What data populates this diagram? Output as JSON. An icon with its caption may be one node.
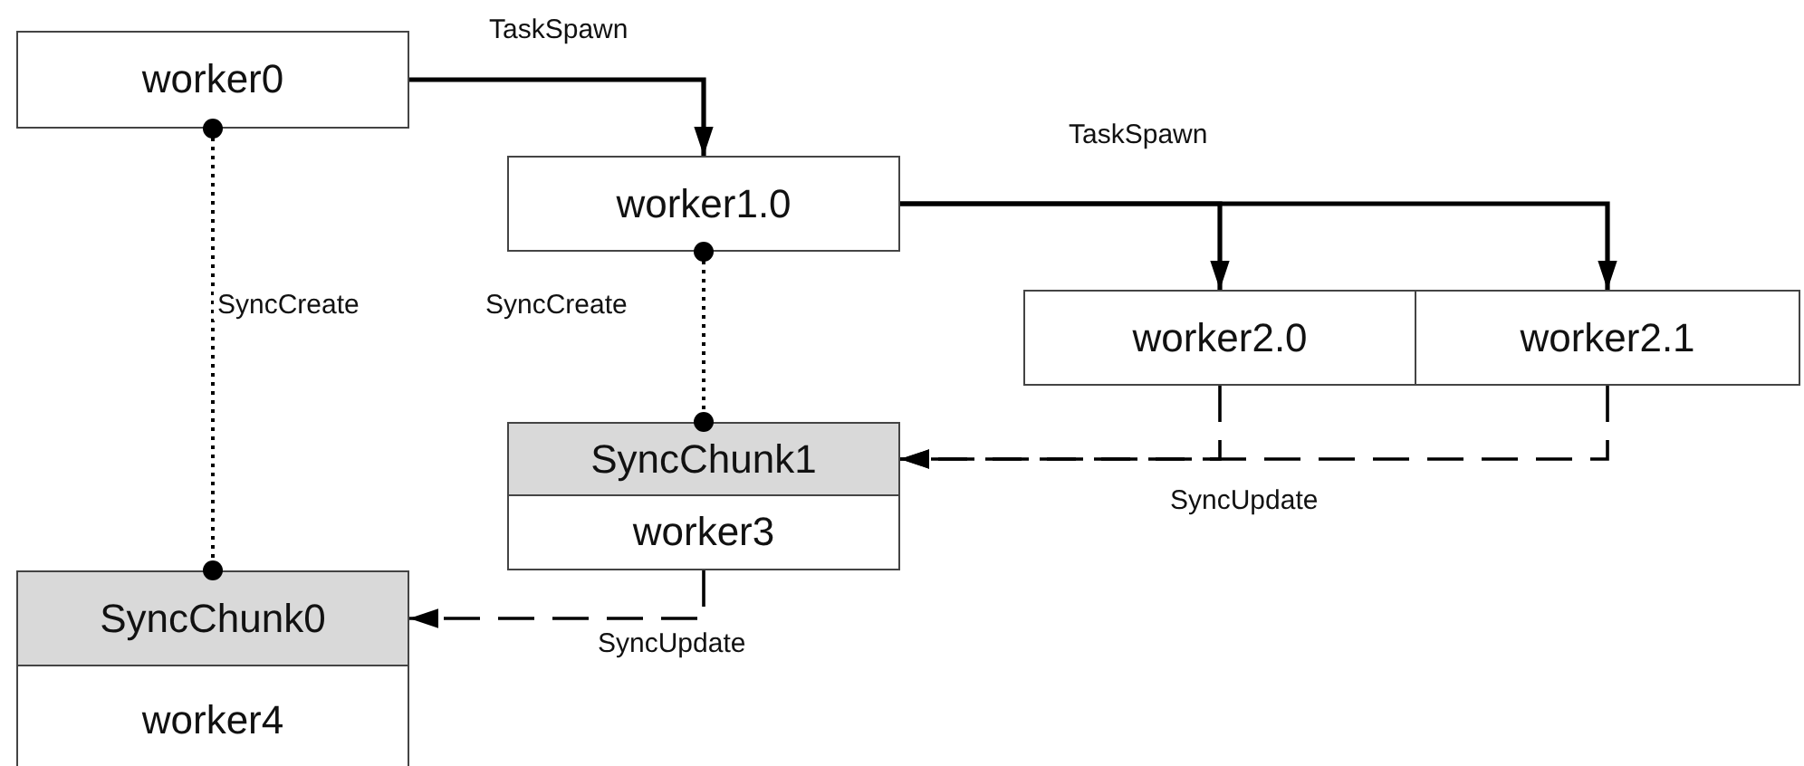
{
  "diagram": {
    "nodes": [
      {
        "text": [
          "worker0"
        ]
      },
      {
        "text": [
          "worker1.0"
        ]
      },
      {
        "text": [
          "worker2.0"
        ]
      },
      {
        "text": [
          "worker2.1"
        ]
      },
      {
        "text": [
          "SyncChunk1"
        ]
      },
      {
        "text": [
          "worker3"
        ]
      },
      {
        "text": [
          "SyncChunk0"
        ]
      },
      {
        "text": [
          "worker4"
        ]
      }
    ],
    "edges": [
      {
        "from": 0,
        "to": 1,
        "arrow": "to",
        "label": "TaskSpawn"
      },
      {
        "from": 1,
        "to": 2,
        "arrow": "to",
        "label": "TaskSpawn"
      },
      {
        "from": 1,
        "to": 3,
        "arrow": "to"
      },
      {
        "from": 0,
        "to": 6,
        "arrow": "other",
        "label": "SyncCreate",
        "style": "dashed"
      },
      {
        "from": 1,
        "to": 4,
        "arrow": "other",
        "label": "SyncCreate",
        "style": "dashed"
      },
      {
        "from": 2,
        "to": 4,
        "arrow": "to",
        "label": "SyncUpdate",
        "style": "dashed"
      },
      {
        "from": 3,
        "to": 4,
        "arrow": "to",
        "style": "dashed"
      },
      {
        "from": 5,
        "to": 6,
        "arrow": "to",
        "label": "SyncUpdate",
        "style": "dashed"
      }
    ]
  }
}
